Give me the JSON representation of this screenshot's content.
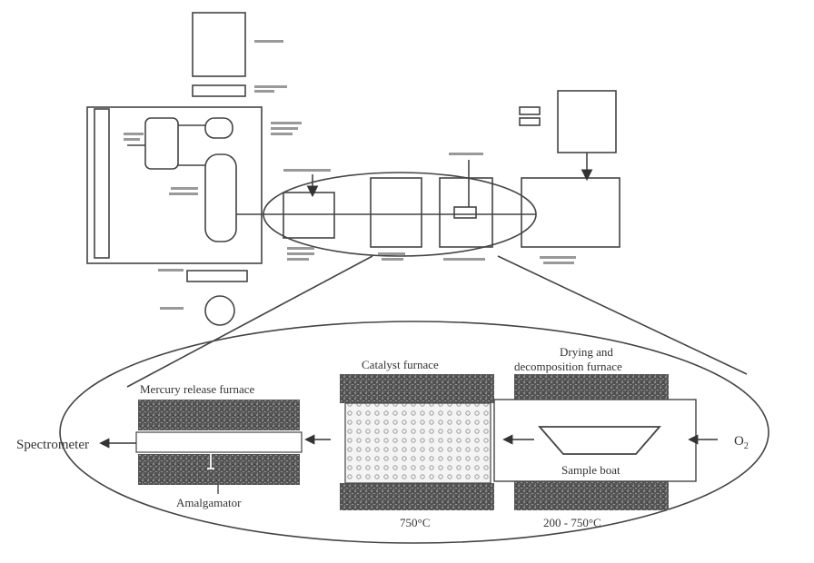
{
  "labels": {
    "spectrometer": "Spectrometer",
    "mercury_release_furnace": "Mercury release furnace",
    "catalyst_furnace": "Catalyst furnace",
    "drying_decomp_line1": "Drying and",
    "drying_decomp_line2": "decomposition furnace",
    "o2": "O",
    "o2_sub": "2",
    "sample_boat": "Sample boat",
    "amalgamator": "Amalgamator",
    "temp_catalyst": "750°C",
    "temp_drying": "200 - 750°C"
  }
}
